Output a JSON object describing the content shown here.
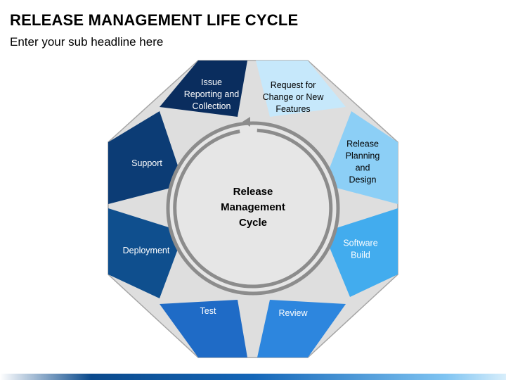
{
  "header": {
    "title": "RELEASE MANAGEMENT LIFE CYCLE",
    "subtitle": "Enter your sub headline here"
  },
  "diagram": {
    "center": {
      "lines": [
        "Release",
        "Management",
        "Cycle"
      ]
    },
    "stages": [
      {
        "lines": [
          "Issue",
          "Reporting and",
          "Collection"
        ],
        "color": "#0a2d5e",
        "text_color": "#ffffff"
      },
      {
        "lines": [
          "Request for",
          "Change or New",
          "Features"
        ],
        "color": "#c6e8fb",
        "text_color": "#000000"
      },
      {
        "lines": [
          "Release",
          "Planning",
          "and",
          "Design"
        ],
        "color": "#8ccff6",
        "text_color": "#000000"
      },
      {
        "lines": [
          "Software",
          "Build"
        ],
        "color": "#42acee",
        "text_color": "#ffffff"
      },
      {
        "lines": [
          "Review"
        ],
        "color": "#2d86de",
        "text_color": "#ffffff"
      },
      {
        "lines": [
          "Test"
        ],
        "color": "#1f6bc6",
        "text_color": "#ffffff"
      },
      {
        "lines": [
          "Deployment"
        ],
        "color": "#0f4f8e",
        "text_color": "#ffffff"
      },
      {
        "lines": [
          "Support"
        ],
        "color": "#0c3c75",
        "text_color": "#ffffff"
      }
    ],
    "colors": {
      "octagon_background": "#dedede",
      "octagon_border": "#a6a6a6",
      "inner_circle": "#e6e6e6",
      "ring": "#8c8c8c"
    }
  }
}
